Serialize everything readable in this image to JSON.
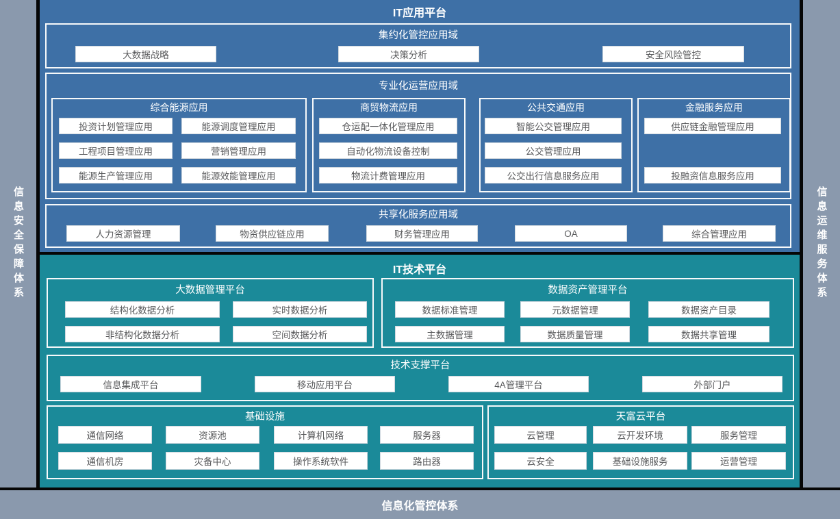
{
  "colors": {
    "app_platform_blue": "#3e70a6",
    "tech_platform_teal": "#1b8a99",
    "frame_gray": "#8a99ad",
    "separator_black": "#060606",
    "node_text": "#58595b",
    "title_text": "#ffffff"
  },
  "rails": {
    "left": "信息安全保障体系",
    "right": "信息运维服务体系",
    "bottom": "信息化管控体系"
  },
  "app": {
    "title": "IT应用平台",
    "intensive": {
      "title": "集约化管控应用域",
      "items": [
        "大数据战略",
        "决策分析",
        "安全风险管控"
      ]
    },
    "professional": {
      "title": "专业化运营应用域",
      "groups": [
        {
          "title": "综合能源应用",
          "items": [
            "投资计划管理应用",
            "能源调度管理应用",
            "工程项目管理应用",
            "营销管理应用",
            "能源生产管理应用",
            "能源效能管理应用"
          ]
        },
        {
          "title": "商贸物流应用",
          "items": [
            "仓运配一体化管理应用",
            "自动化物流设备控制",
            "物流计费管理应用"
          ]
        },
        {
          "title": "公共交通应用",
          "items": [
            "智能公交管理应用",
            "公交管理应用",
            "公交出行信息服务应用"
          ]
        },
        {
          "title": "金融服务应用",
          "items": [
            "供应链金融管理应用",
            "投融资信息服务应用"
          ]
        }
      ]
    },
    "shared": {
      "title": "共享化服务应用域",
      "items": [
        "人力资源管理",
        "物资供应链应用",
        "财务管理应用",
        "OA",
        "综合管理应用"
      ]
    }
  },
  "tech": {
    "title": "IT技术平台",
    "bigdata": {
      "title": "大数据管理平台",
      "items": [
        "结构化数据分析",
        "实时数据分析",
        "非结构化数据分析",
        "空间数据分析"
      ]
    },
    "asset": {
      "title": "数据资产管理平台",
      "items": [
        "数据标准管理",
        "元数据管理",
        "数据资产目录",
        "主数据管理",
        "数据质量管理",
        "数据共享管理"
      ]
    },
    "support": {
      "title": "技术支撑平台",
      "items": [
        "信息集成平台",
        "移动应用平台",
        "4A管理平台",
        "外部门户"
      ]
    },
    "infra": {
      "title": "基础设施",
      "items": [
        "通信网络",
        "资源池",
        "计算机网络",
        "服务器",
        "通信机房",
        "灾备中心",
        "操作系统软件",
        "路由器"
      ]
    },
    "cloud": {
      "title": "天富云平台",
      "items": [
        "云管理",
        "云开发环境",
        "服务管理",
        "云安全",
        "基础设施服务",
        "运营管理"
      ]
    }
  }
}
